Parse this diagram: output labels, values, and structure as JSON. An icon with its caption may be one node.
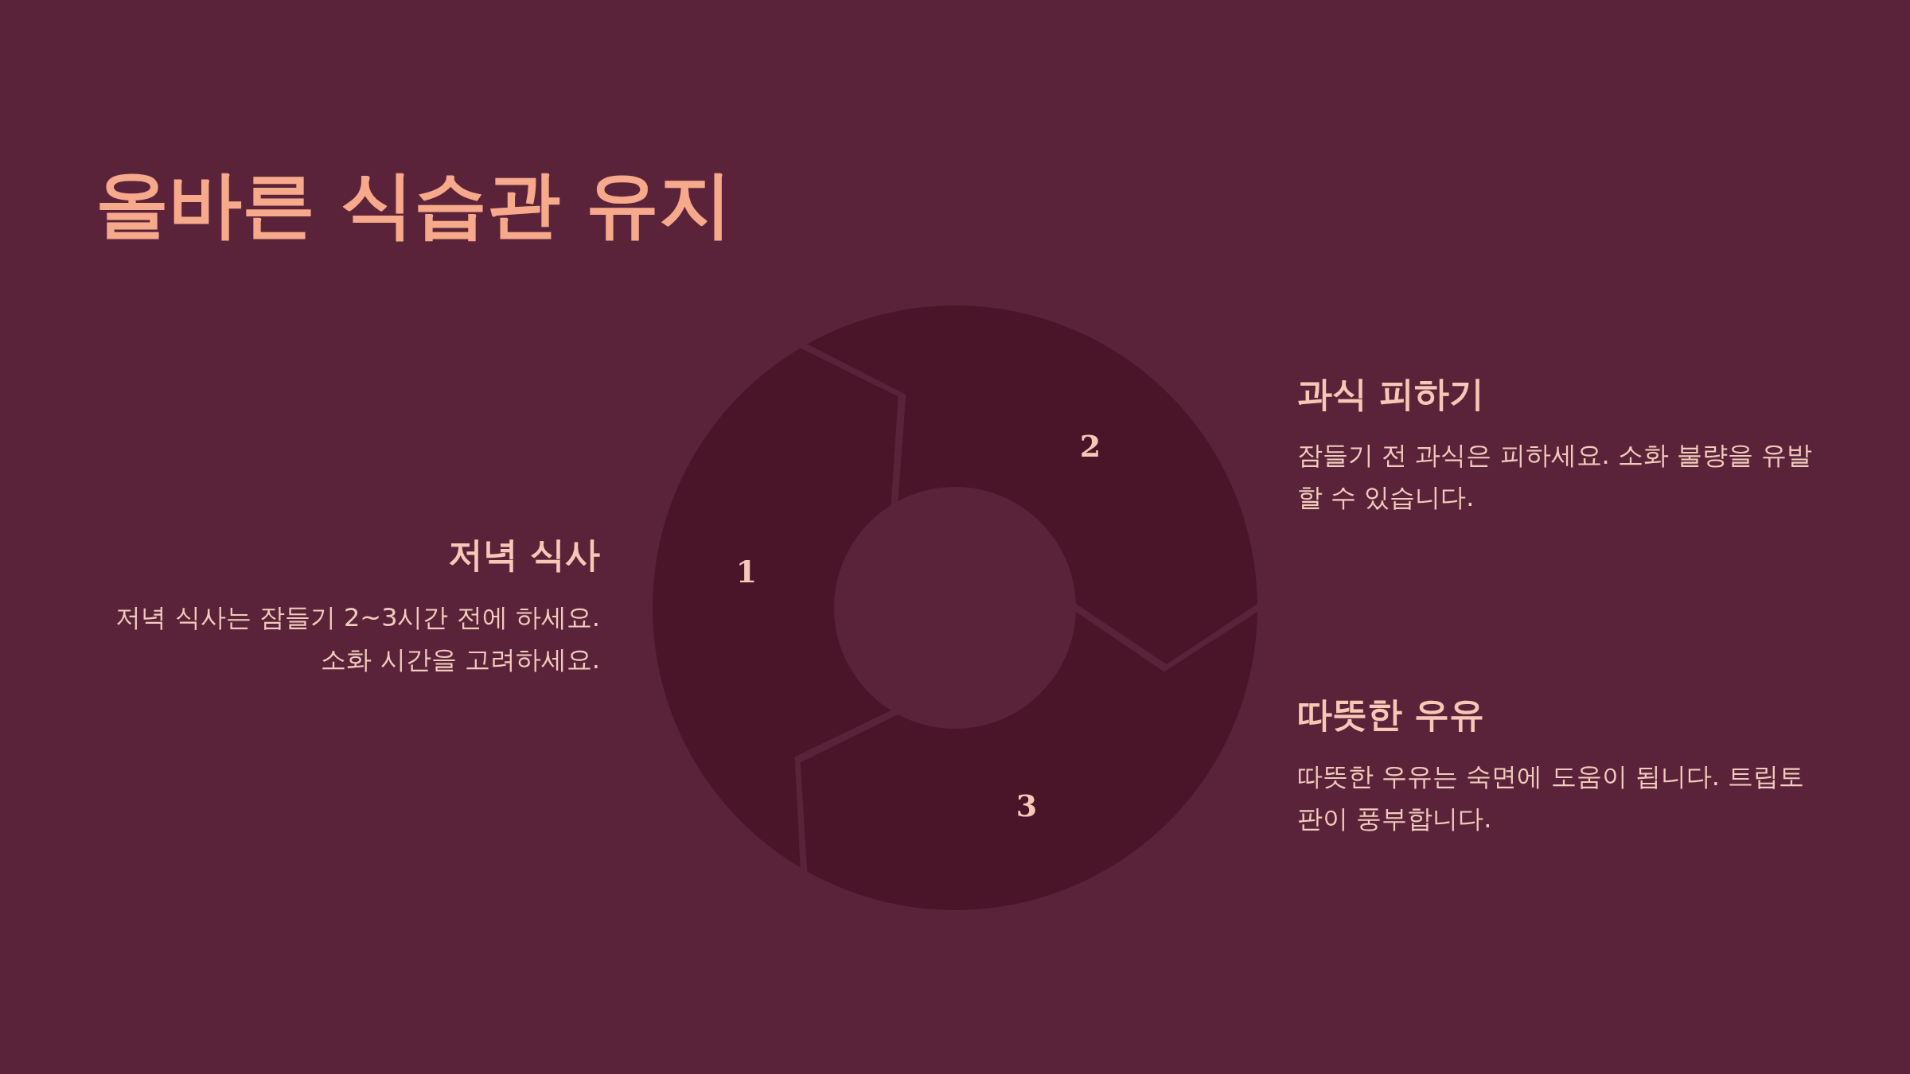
{
  "diagram": {
    "title": "올바른 식습관 유지",
    "nodes": [
      {
        "text": [
          "1"
        ]
      },
      {
        "text": [
          "2"
        ]
      },
      {
        "text": [
          "3"
        ]
      }
    ],
    "labels": [
      "저녁 식사",
      "저녁 식사는 잠들기 2~3시간 전에 하세요. 소화 시간을 고려하세요.",
      "과식 피하기",
      "잠들기 전 과식은 피하세요. 소화 불량을 유발할 수 있습니다.",
      "따뜻한 우유",
      "따뜻한 우유는 숙면에 도움이 됩니다. 트립토판이 풍부합니다."
    ]
  }
}
